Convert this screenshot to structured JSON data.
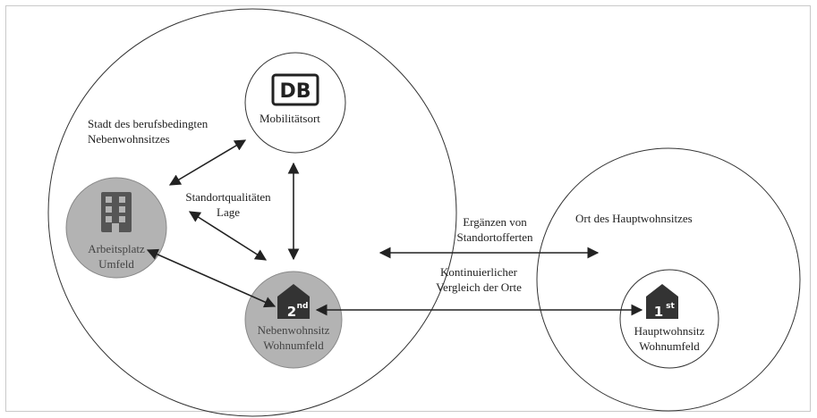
{
  "diagram": {
    "city_label": [
      "Stadt des berufsbedingten",
      "Nebenwohnsitzes"
    ],
    "location_qualities": [
      "Standortqualitäten",
      "Lage"
    ],
    "mobility": {
      "logo_text": "DB",
      "label": "Mobilitätsort"
    },
    "workplace": [
      "Arbeitsplatz",
      "Umfeld"
    ],
    "secondary": {
      "badge": "2",
      "badge_sup": "nd",
      "label": [
        "Nebenwohnsitz",
        "Wohnumfeld"
      ]
    },
    "complement": [
      "Ergänzen von",
      "Standortofferten"
    ],
    "comparison": [
      "Kontinuierlicher",
      "Vergleich der Orte"
    ],
    "main_residence_place": "Ort des Hauptwohnsitzes",
    "primary": {
      "badge": "1",
      "badge_sup": "st",
      "label": [
        "Hauptwohnsitz",
        "Wohnumfeld"
      ]
    }
  }
}
